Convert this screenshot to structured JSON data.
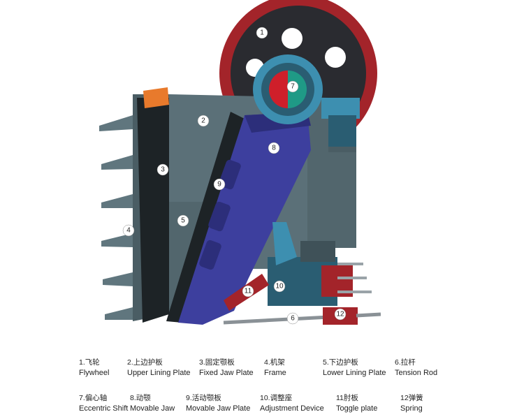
{
  "colors": {
    "frame": "#5b7078",
    "frame_dark": "#3f5158",
    "flywheel_rim": "#a3242a",
    "flywheel_face": "#2a2b30",
    "movable_jaw": "#3d3f9e",
    "movable_jaw_dark": "#2c2e7a",
    "liner": "#1d2326",
    "accent_orange": "#e87a2c",
    "accent_blue": "#3d8fb0",
    "shaft_red": "#cf1f2a",
    "shaft_green": "#1f9a86"
  },
  "callouts": [
    {
      "num": "1"
    },
    {
      "num": "2"
    },
    {
      "num": "3"
    },
    {
      "num": "4"
    },
    {
      "num": "5"
    },
    {
      "num": "6"
    },
    {
      "num": "7"
    },
    {
      "num": "8"
    },
    {
      "num": "9"
    },
    {
      "num": "10"
    },
    {
      "num": "11"
    },
    {
      "num": "12"
    }
  ],
  "legend": [
    {
      "num": "1.",
      "cn": "飞轮",
      "en": "Flywheel"
    },
    {
      "num": "2.",
      "cn": "上边护板",
      "en": "Upper Lining  Plate"
    },
    {
      "num": "3.",
      "cn": "固定颚板",
      "en": "Fixed Jaw Plate"
    },
    {
      "num": "4.",
      "cn": "机架",
      "en": "Frame"
    },
    {
      "num": "5.",
      "cn": "下边护板",
      "en": "Lower Lining  Plate"
    },
    {
      "num": "6.",
      "cn": "拉杆",
      "en": "Tension Rod"
    },
    {
      "num": "7.",
      "cn": "偏心轴",
      "en": "Eccentric Shift"
    },
    {
      "num": "8.",
      "cn": "动颚",
      "en": "Movable Jaw"
    },
    {
      "num": "9.",
      "cn": "活动颚板",
      "en": "Movable Jaw  Plate"
    },
    {
      "num": "10.",
      "cn": "调整座",
      "en": "Adjustment Device"
    },
    {
      "num": "11",
      "cn": "肘板",
      "en": "Toggle plate"
    },
    {
      "num": "12",
      "cn": "弹簧",
      "en": "Spring"
    }
  ]
}
